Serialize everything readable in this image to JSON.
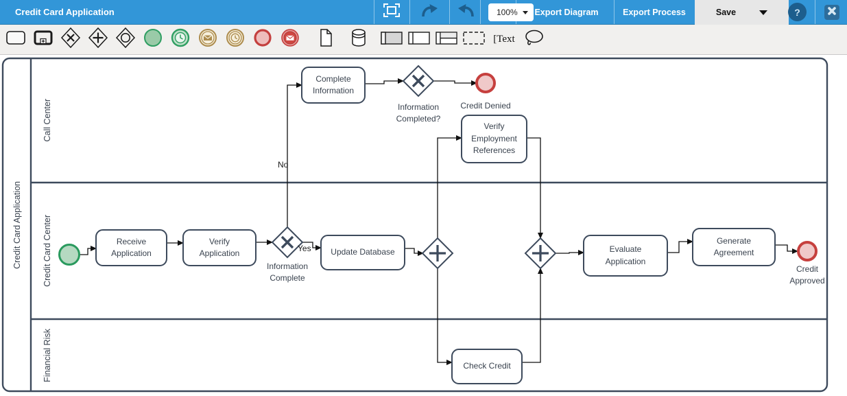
{
  "header": {
    "title": "Credit Card Application",
    "zoom_value": "100%",
    "buttons": {
      "export_diagram": "Export Diagram",
      "export_process": "Export Process",
      "save": "Save",
      "help": "?"
    },
    "icons": [
      "fullscreen-icon",
      "redo-icon",
      "undo-icon",
      "caret-down-icon",
      "help-icon",
      "close-icon"
    ],
    "colors": {
      "titlebar": "#3296d8",
      "titlebar_dark": "#1d5e8d",
      "save_bg": "#e7e7e7"
    }
  },
  "toolbar": {
    "text_tool_label": "[Text",
    "icons": [
      "task-icon",
      "subprocess-icon",
      "exclusive-gateway-icon",
      "parallel-gateway-icon",
      "inclusive-gateway-icon",
      "start-event-icon",
      "timer-start-event-icon",
      "message-intermediate-event-icon",
      "timer-intermediate-event-icon",
      "end-event-icon",
      "message-end-event-icon",
      "document-icon",
      "database-icon",
      "pool-icon",
      "pool-lane-icon",
      "lane-icon",
      "group-icon",
      "text-annotation-icon",
      "lasso-icon"
    ]
  },
  "diagram": {
    "pool_label": "Credit Card Application",
    "lanes": [
      {
        "label": "Call Center"
      },
      {
        "label": "Credit Card Center"
      },
      {
        "label": "Financial Risk"
      }
    ],
    "nodes": {
      "receive_application": {
        "label": "Receive Application",
        "type": "task",
        "lane": "Credit Card Center"
      },
      "verify_application": {
        "label": "Verify Application",
        "type": "task",
        "lane": "Credit Card Center"
      },
      "complete_information": {
        "label": "Complete Information",
        "type": "task",
        "lane": "Call Center"
      },
      "update_database": {
        "label": "Update Database",
        "type": "task",
        "lane": "Credit Card Center"
      },
      "verify_employment_references": {
        "label": "Verify Employment References",
        "type": "task",
        "lane": "Call Center"
      },
      "evaluate_application": {
        "label": "Evaluate Application",
        "type": "task",
        "lane": "Credit Card Center"
      },
      "generate_agreement": {
        "label": "Generate Agreement",
        "type": "task",
        "lane": "Credit Card Center"
      },
      "check_credit": {
        "label": "Check Credit",
        "type": "task",
        "lane": "Financial Risk"
      },
      "gateway_information_complete": {
        "label": "Information Complete",
        "type": "exclusive-gateway",
        "lane": "Credit Card Center"
      },
      "gateway_information_completed": {
        "label": "Information Completed?",
        "type": "exclusive-gateway",
        "lane": "Call Center"
      },
      "parallel_split": {
        "label": "",
        "type": "parallel-gateway",
        "lane": "Credit Card Center"
      },
      "parallel_join": {
        "label": "",
        "type": "parallel-gateway",
        "lane": "Credit Card Center"
      },
      "start_event": {
        "label": "",
        "type": "start-event",
        "lane": "Credit Card Center"
      },
      "credit_denied": {
        "label": "Credit Denied",
        "type": "end-event",
        "lane": "Call Center"
      },
      "credit_approved": {
        "label": "Credit Approved",
        "type": "end-event",
        "lane": "Credit Card Center"
      }
    },
    "edge_labels": {
      "yes": "Yes",
      "no": "No"
    },
    "edges": [
      {
        "from": "start_event",
        "to": "receive_application"
      },
      {
        "from": "receive_application",
        "to": "verify_application"
      },
      {
        "from": "verify_application",
        "to": "gateway_information_complete"
      },
      {
        "from": "gateway_information_complete",
        "to": "update_database",
        "label": "Yes"
      },
      {
        "from": "gateway_information_complete",
        "to": "complete_information",
        "label": "No"
      },
      {
        "from": "complete_information",
        "to": "gateway_information_completed"
      },
      {
        "from": "gateway_information_completed",
        "to": "credit_denied"
      },
      {
        "from": "update_database",
        "to": "parallel_split"
      },
      {
        "from": "parallel_split",
        "to": "verify_employment_references"
      },
      {
        "from": "parallel_split",
        "to": "check_credit"
      },
      {
        "from": "verify_employment_references",
        "to": "parallel_join"
      },
      {
        "from": "check_credit",
        "to": "parallel_join"
      },
      {
        "from": "parallel_join",
        "to": "evaluate_application"
      },
      {
        "from": "evaluate_application",
        "to": "generate_agreement"
      },
      {
        "from": "generate_agreement",
        "to": "credit_approved"
      }
    ],
    "colors": {
      "start_fill": "#b5d9c1",
      "start_stroke": "#2a9a5e",
      "end_fill": "#f0c9c9",
      "end_stroke": "#c6403e",
      "node_stroke": "#3d4a5c",
      "flow": "#111111"
    }
  }
}
